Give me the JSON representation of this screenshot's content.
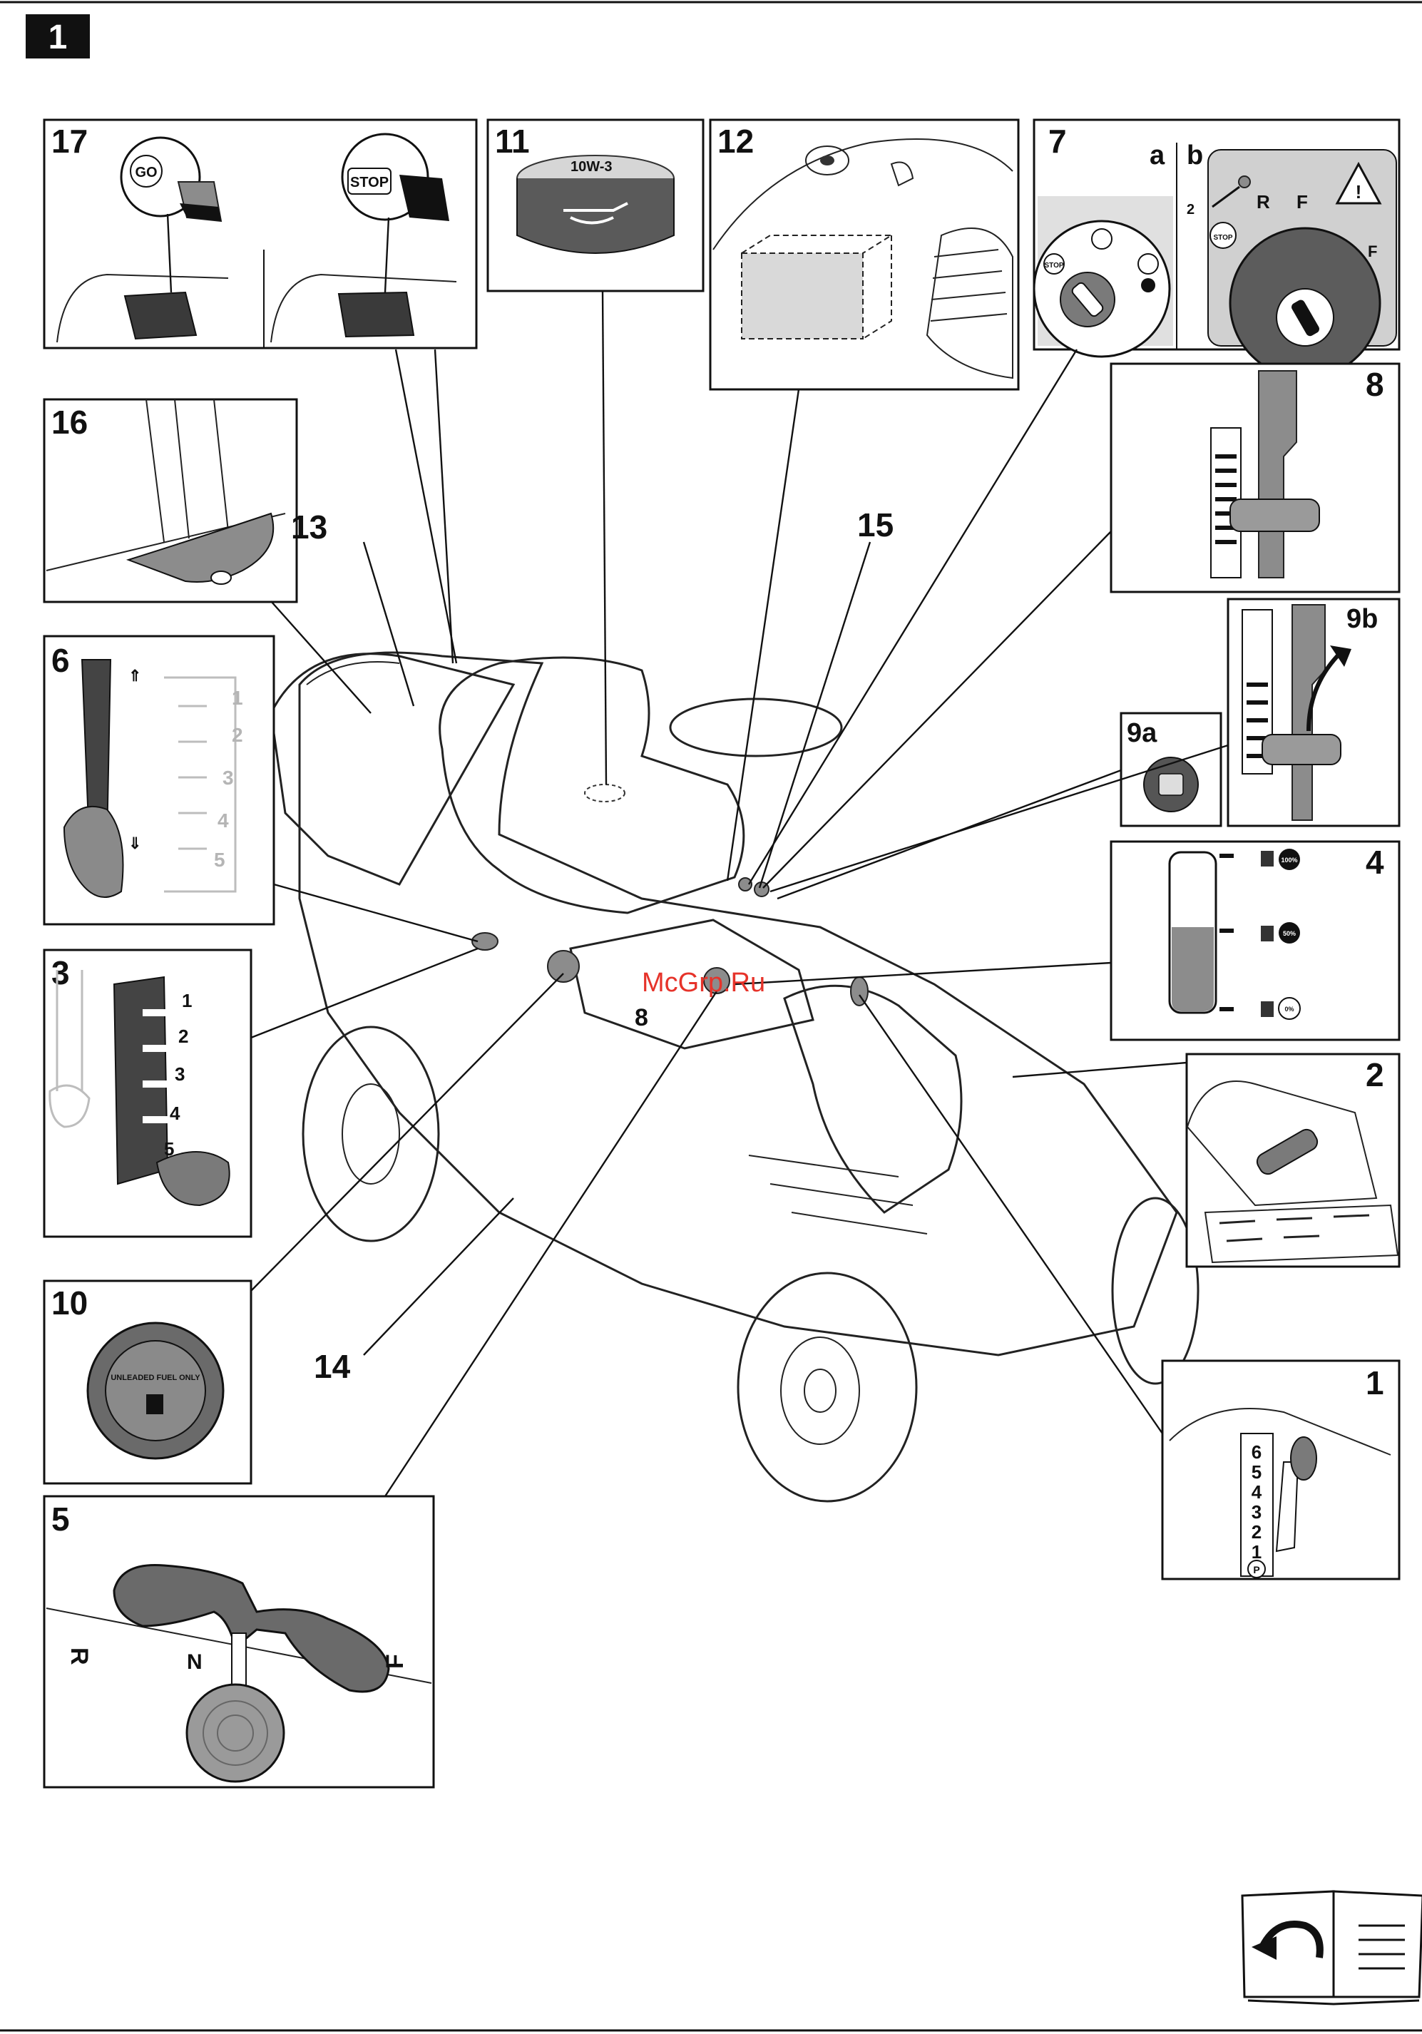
{
  "figure_number": "1",
  "panels": {
    "p17": {
      "num": "17",
      "go": "GO",
      "stop": "STOP"
    },
    "p11": {
      "num": "11",
      "cap_text": "10W-3"
    },
    "p12": {
      "num": "12"
    },
    "p7": {
      "num": "7",
      "a": "a",
      "b": "b",
      "stop": "STOP",
      "stop_b": "STOP",
      "marker": "2",
      "r": "R",
      "f": "F",
      "f2": "F"
    },
    "p8": {
      "num": "8"
    },
    "p16": {
      "num": "16"
    },
    "p6": {
      "num": "6",
      "notches": [
        "1",
        "2",
        "3",
        "4",
        "5"
      ]
    },
    "p9a": {
      "num": "9a"
    },
    "p9b": {
      "num": "9b"
    },
    "p4": {
      "num": "4",
      "levels": [
        "100%",
        "50%",
        "0%"
      ]
    },
    "p3": {
      "num": "3",
      "notches": [
        "1",
        "2",
        "3",
        "4",
        "5"
      ]
    },
    "p2": {
      "num": "2"
    },
    "p10": {
      "num": "10",
      "cap_text": "UNLEADED FUEL ONLY"
    },
    "p1": {
      "num": "1",
      "gears": [
        "6",
        "5",
        "4",
        "3",
        "2",
        "1",
        "P"
      ]
    },
    "p5": {
      "num": "5",
      "r": "R",
      "n": "N",
      "f": "F"
    }
  },
  "callouts": {
    "c13": "13",
    "c15": "15",
    "c14": "14",
    "c8": "8"
  },
  "watermark": "McGrp.Ru",
  "colors": {
    "frame": "#111111",
    "fill_gray": "#8c8c8c",
    "fill_dark": "#3a3a3a",
    "watermark": "#e6332a"
  }
}
